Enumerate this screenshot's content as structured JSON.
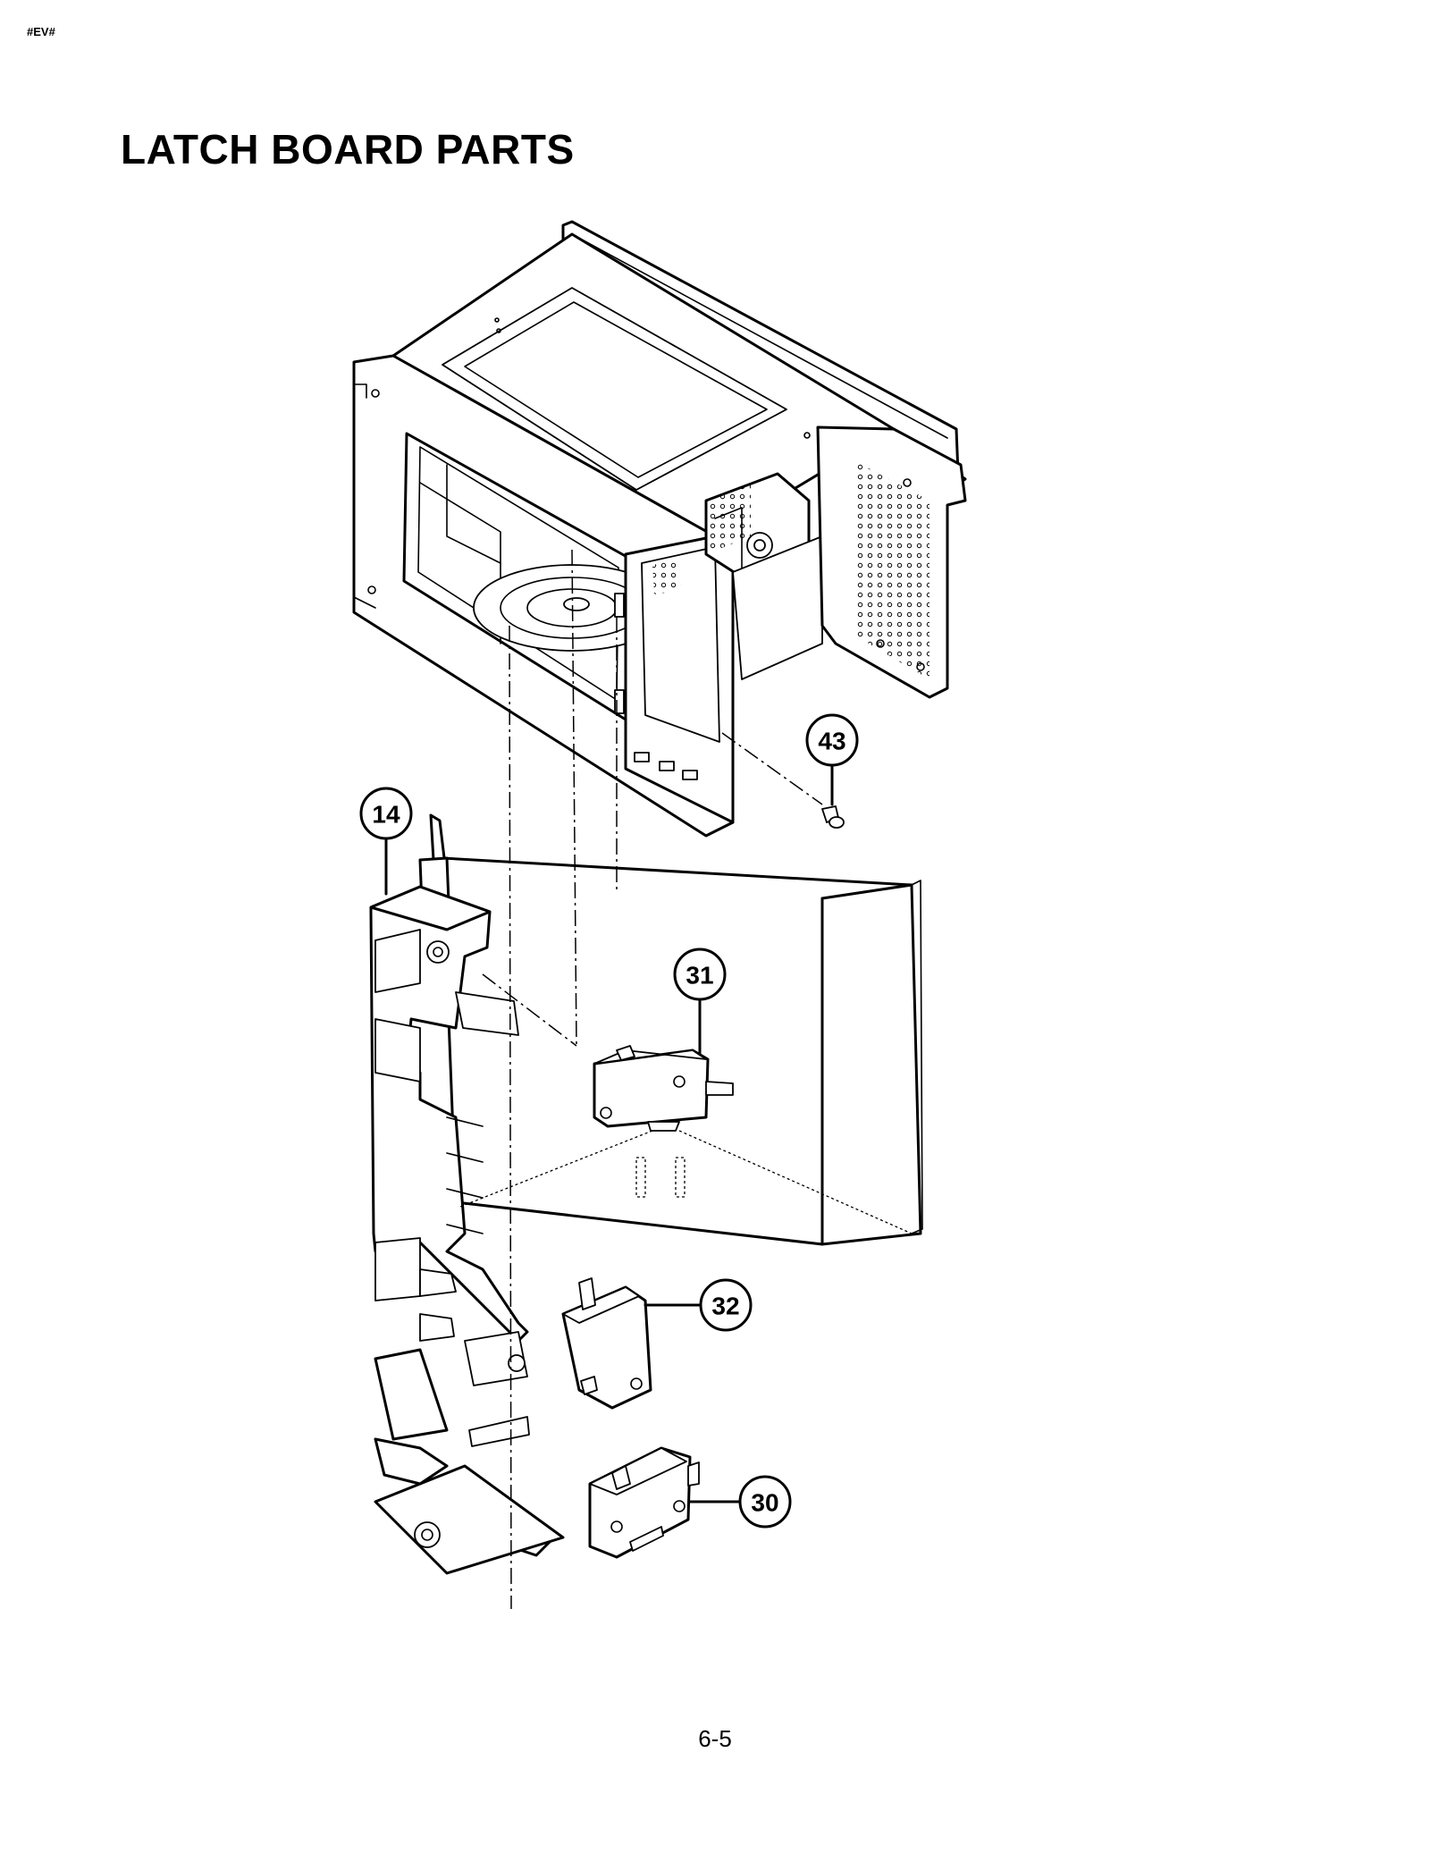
{
  "header": {
    "doc_code": "#EV#"
  },
  "title": "LATCH BOARD  PARTS",
  "callouts": [
    {
      "id": "43",
      "label": "43"
    },
    {
      "id": "14",
      "label": "14"
    },
    {
      "id": "31",
      "label": "31"
    },
    {
      "id": "32",
      "label": "32"
    },
    {
      "id": "30",
      "label": "30"
    }
  ],
  "footer": {
    "page_number": "6-5"
  }
}
